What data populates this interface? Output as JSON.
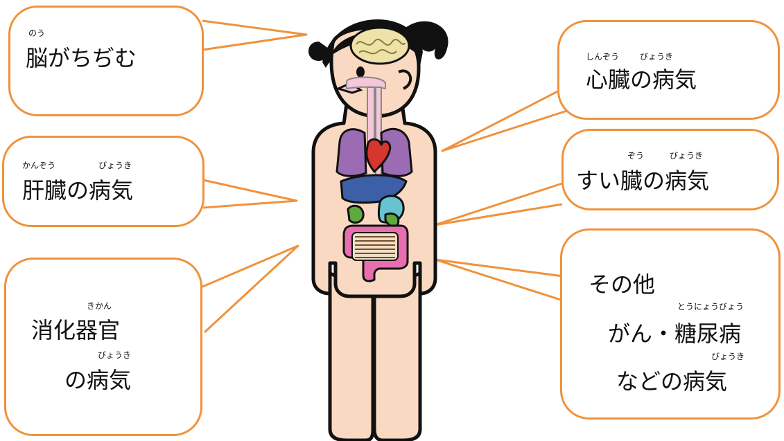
{
  "colors": {
    "accent": "#F0923B",
    "skin": "#FAD9C2",
    "outline": "#111111",
    "brain": "#EFE2A9",
    "lungs": "#9B6CB3",
    "heart": "#D7352F",
    "liver": "#3D5FA8",
    "stomach": "#66C3D2",
    "gallbladder": "#5DAA3C",
    "intestine": "#E76FAF",
    "airway": "#F4C7D9"
  },
  "callouts": {
    "brain": {
      "ruby": "のう",
      "label": "脳がちぢむ"
    },
    "heart": {
      "ruby_1": "しんぞう",
      "ruby_2": "びょうき",
      "label": "心臓の病気"
    },
    "liver": {
      "ruby_1": "かんぞう",
      "ruby_2": "びょうき",
      "label": "肝臓の病気"
    },
    "pancreas": {
      "ruby_1": "ぞう",
      "ruby_2": "びょうき",
      "label": "すい臓の病気"
    },
    "digestive": {
      "ruby_1": "きかん",
      "line1": "消化器官",
      "ruby_2": "びょうき",
      "line2": "の病気"
    },
    "other": {
      "line1": "その他",
      "ruby_1": "とうにょうびょう",
      "line2": "がん・糖尿病",
      "ruby_2": "びょうき",
      "line3": "などの病気"
    }
  }
}
